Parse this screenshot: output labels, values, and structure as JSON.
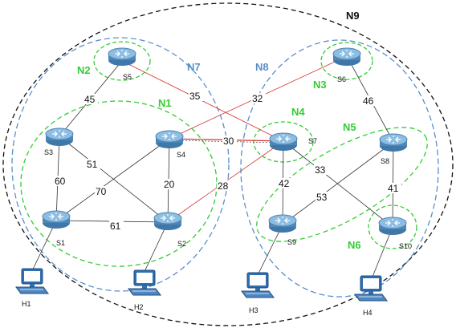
{
  "colors": {
    "green_group": "#33cc33",
    "blue_group": "#5b8ec9",
    "black_group": "#111111",
    "red_link": "#d9322b",
    "black_link": "#333333",
    "router_body": "#4f86b6",
    "router_top": "#7fb3dc"
  },
  "groups": {
    "n1": "N1",
    "n2": "N2",
    "n3": "N3",
    "n4": "N4",
    "n5": "N5",
    "n6": "N6",
    "n7": "N7",
    "n8": "N8",
    "n9": "N9"
  },
  "routers": {
    "s1": "S1",
    "s2": "S2",
    "s3": "S3",
    "s4": "S4",
    "s5": "S5",
    "s6": "S6",
    "s7": "S7",
    "s8": "S8",
    "s9": "S9",
    "s10": "S10"
  },
  "hosts": {
    "h1": "H1",
    "h2": "H2",
    "h3": "H3",
    "h4": "H4"
  },
  "weights": {
    "s5_s3": "45",
    "s5_s7": "35",
    "s6_s4": "32",
    "s6_s8": "46",
    "s4_s7": "30",
    "s3_s1": "60",
    "s3_s2": "51",
    "s4_s1": "70",
    "s4_s2": "20",
    "s2_s7": "28",
    "s1_s2": "61",
    "s7_s9": "42",
    "s7_s10": "33",
    "s8_s9": "53",
    "s8_s10": "41"
  },
  "icons": {
    "router": "router-icon",
    "host": "computer-icon"
  }
}
